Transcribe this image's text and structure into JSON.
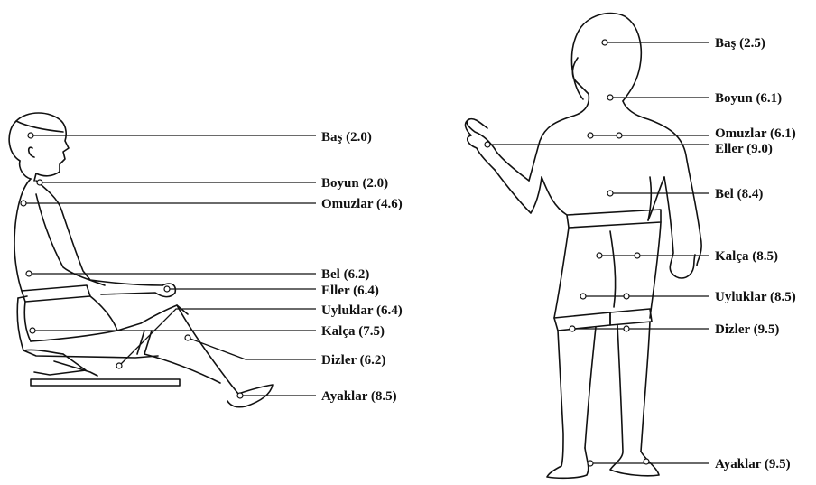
{
  "seated_figure": {
    "labels": {
      "head": "Baş (2.0)",
      "neck": "Boyun (2.0)",
      "shoulders": "Omuzlar (4.6)",
      "waist": "Bel (6.2)",
      "hands": "Eller (6.4)",
      "thighs": "Uyluklar (6.4)",
      "hips": "Kalça (7.5)",
      "knees": "Dizler (6.2)",
      "feet": "Ayaklar (8.5)"
    }
  },
  "standing_figure": {
    "labels": {
      "head": "Baş (2.5)",
      "neck": "Boyun (6.1)",
      "shoulders": "Omuzlar (6.1)",
      "hands": "Eller (9.0)",
      "waist": "Bel (8.4)",
      "hips": "Kalça (8.5)",
      "thighs": "Uyluklar (8.5)",
      "knees": "Dizler (9.5)",
      "feet": "Ayaklar (9.5)"
    }
  },
  "colors": {
    "line": "#111111",
    "background": "#ffffff"
  }
}
